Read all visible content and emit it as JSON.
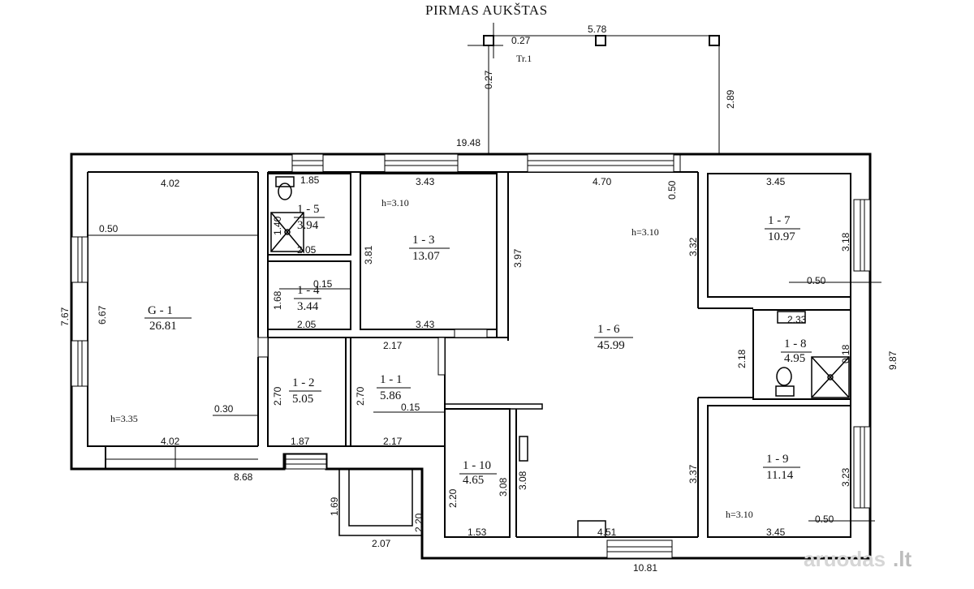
{
  "title": "PIRMAS AUKŠTAS",
  "terrace_label": "Tr.1",
  "watermark": {
    "text": "aruodas",
    "suffix": ".lt"
  },
  "rooms": [
    {
      "id": "G - 1",
      "area": "26.81",
      "height": "h=3.35"
    },
    {
      "id": "1 - 1",
      "area": "5.86"
    },
    {
      "id": "1 - 2",
      "area": "5.05"
    },
    {
      "id": "1 - 3",
      "area": "13.07",
      "height": "h=3.10"
    },
    {
      "id": "1 - 4",
      "area": "3.44"
    },
    {
      "id": "1 - 5",
      "area": "3.94"
    },
    {
      "id": "1 - 6",
      "area": "45.99",
      "height": "h=3.10"
    },
    {
      "id": "1 - 7",
      "area": "10.97"
    },
    {
      "id": "1 - 8",
      "area": "4.95"
    },
    {
      "id": "1 - 9",
      "area": "11.14",
      "height": "h=3.10"
    },
    {
      "id": "1 - 10",
      "area": "4.65"
    }
  ],
  "dimensions": [
    "0.27",
    "5.78",
    "0.27",
    "2.89",
    "19.48",
    "4.02",
    "1.85",
    "3.43",
    "4.70",
    "0.50",
    "3.45",
    "0.50",
    "1.40",
    "2.05",
    "3.81",
    "3.97",
    "3.32",
    "3.18",
    "7.67",
    "6.67",
    "1.68",
    "0.15",
    "2.05",
    "3.43",
    "0.50",
    "2.33",
    "2.18",
    "0.18",
    "9.87",
    "2.17",
    "2.70",
    "2.70",
    "0.15",
    "0.30",
    "4.02",
    "1.87",
    "2.17",
    "3.08",
    "3.08",
    "2.20",
    "3.37",
    "3.23",
    "1.53",
    "4.51",
    "0.50",
    "3.45",
    "8.68",
    "1.69",
    "2.20",
    "2.07",
    "10.81"
  ]
}
